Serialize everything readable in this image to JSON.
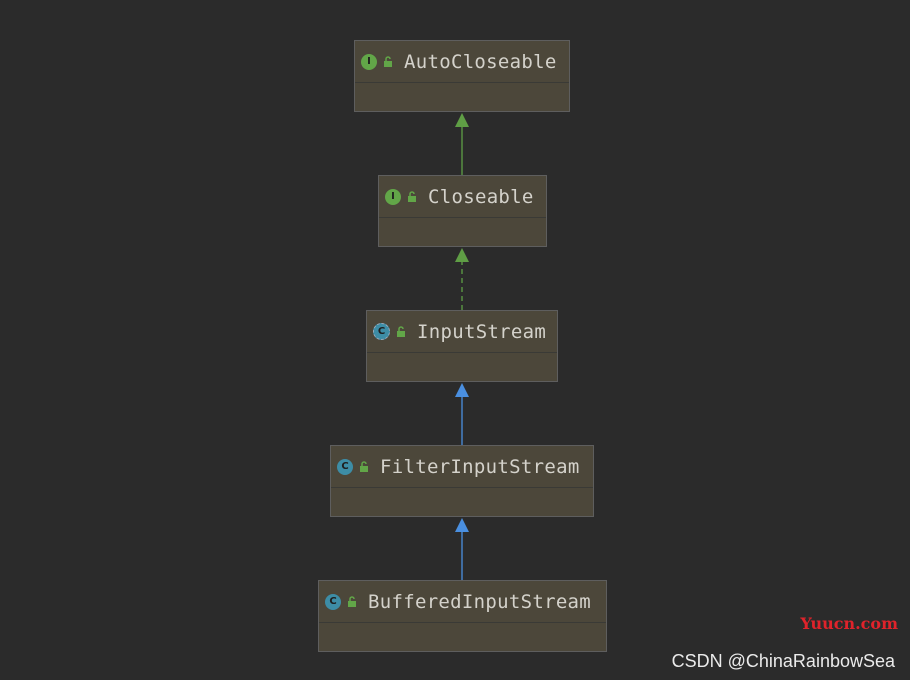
{
  "diagram": {
    "nodes": [
      {
        "id": "autocloseable",
        "kind": "interface",
        "kind_letter": "I",
        "access": "public",
        "name": "AutoCloseable"
      },
      {
        "id": "closeable",
        "kind": "interface",
        "kind_letter": "I",
        "access": "public",
        "name": "Closeable"
      },
      {
        "id": "inputstream",
        "kind": "abstract-class",
        "kind_letter": "C",
        "access": "public",
        "name": "InputStream"
      },
      {
        "id": "filterinputstream",
        "kind": "class",
        "kind_letter": "C",
        "access": "public",
        "name": "FilterInputStream"
      },
      {
        "id": "bufferedinputstream",
        "kind": "class",
        "kind_letter": "C",
        "access": "public",
        "name": "BufferedInputStream"
      }
    ],
    "edges": [
      {
        "from": "closeable",
        "to": "autocloseable",
        "relation": "extends",
        "color": "#5f9e45"
      },
      {
        "from": "inputstream",
        "to": "closeable",
        "relation": "implements",
        "color": "#5f9e45"
      },
      {
        "from": "filterinputstream",
        "to": "inputstream",
        "relation": "extends",
        "color": "#4a8fe0"
      },
      {
        "from": "bufferedinputstream",
        "to": "filterinputstream",
        "relation": "extends",
        "color": "#4a8fe0"
      }
    ]
  },
  "watermarks": {
    "site": "Yuucn.com",
    "author": "CSDN @ChinaRainbowSea"
  },
  "colors": {
    "background": "#2b2b2b",
    "node_fill": "#4c473a",
    "interface_icon": "#62a648",
    "class_icon": "#3d8da6",
    "extends_arrow_green": "#5f9e45",
    "extends_arrow_blue": "#4a8fe0"
  }
}
